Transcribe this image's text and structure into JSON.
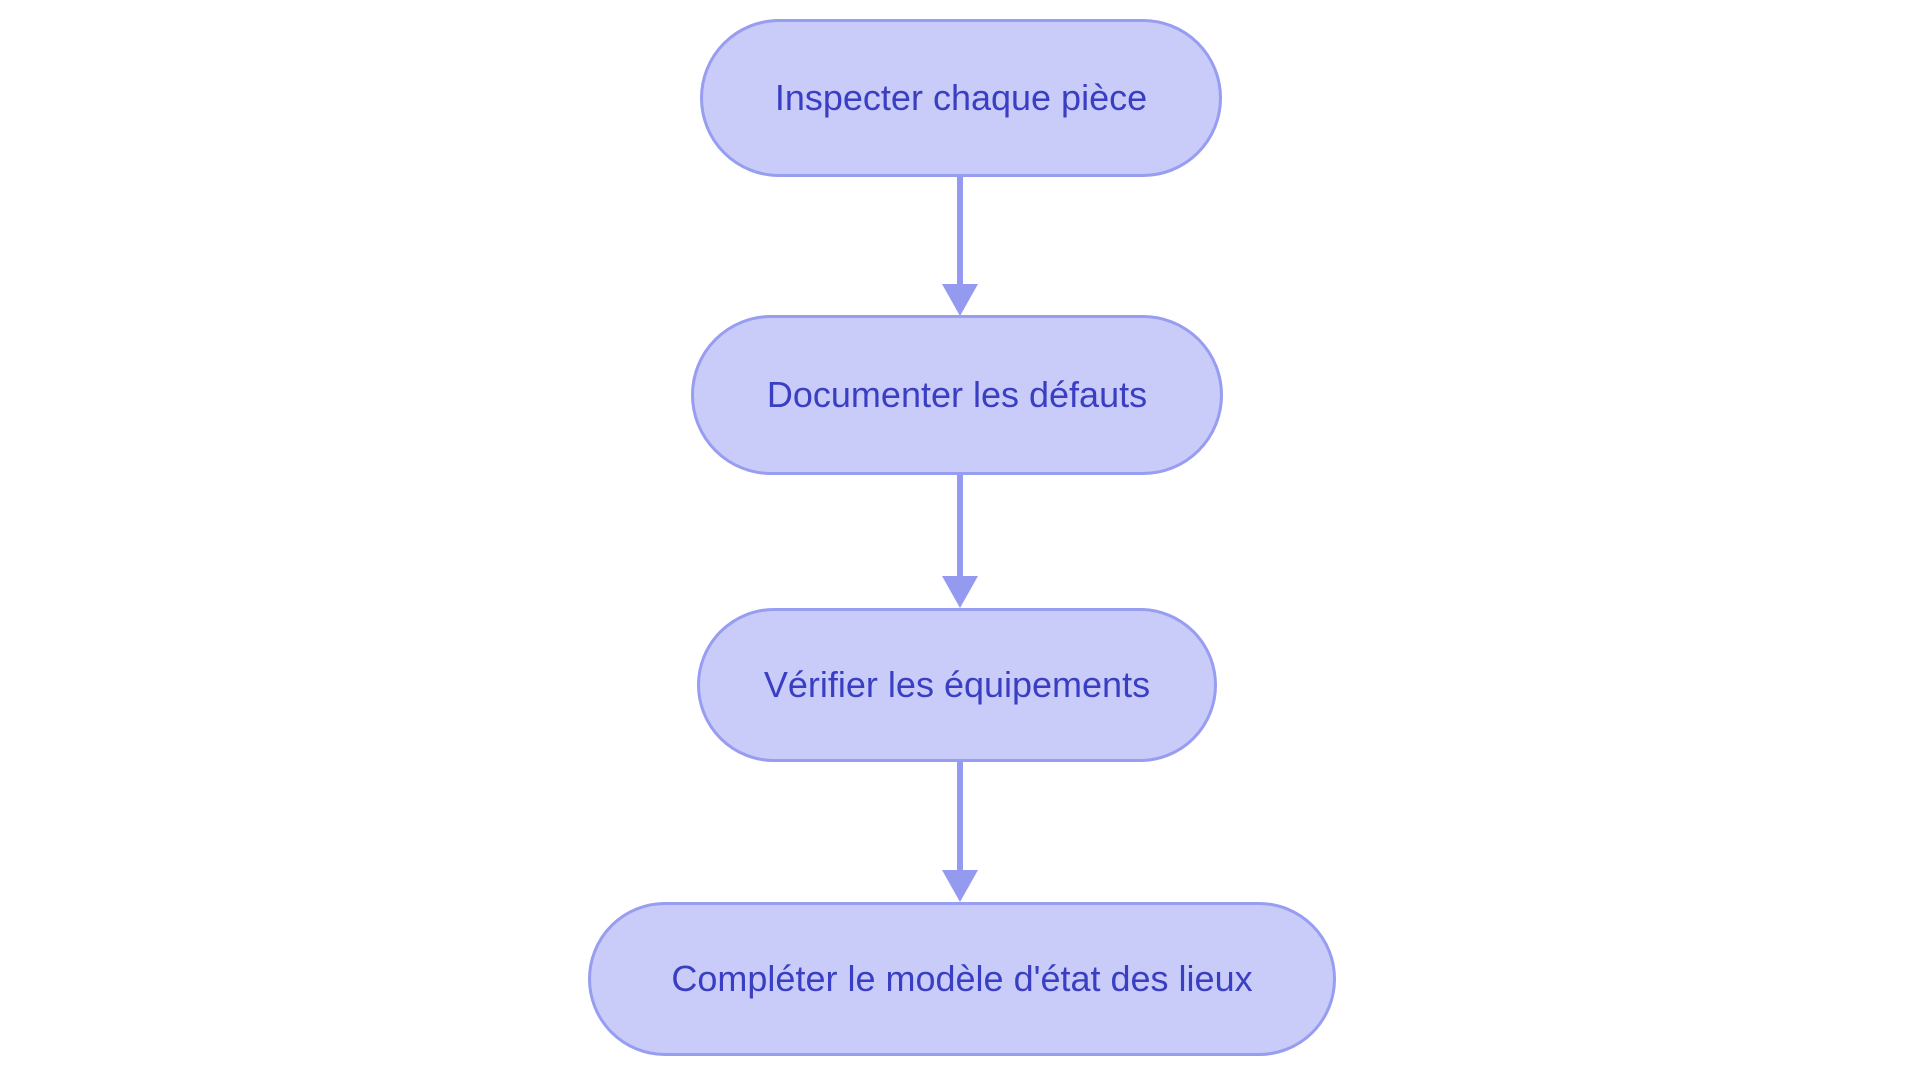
{
  "diagram": {
    "type": "flowchart",
    "direction": "top-down",
    "nodes": [
      {
        "id": "step-1",
        "shape": "stadium",
        "label": "Inspecter chaque pièce"
      },
      {
        "id": "step-2",
        "shape": "stadium",
        "label": "Documenter les défauts"
      },
      {
        "id": "step-3",
        "shape": "stadium",
        "label": "Vérifier les équipements"
      },
      {
        "id": "step-4",
        "shape": "stadium",
        "label": "Compléter le modèle d'état des lieux"
      }
    ],
    "edges": [
      {
        "from": "step-1",
        "to": "step-2",
        "style": "arrow-down"
      },
      {
        "from": "step-2",
        "to": "step-3",
        "style": "arrow-down"
      },
      {
        "from": "step-3",
        "to": "step-4",
        "style": "arrow-down"
      }
    ],
    "colors": {
      "background": "#ffffff",
      "node-fill": "#c9ccf8",
      "node-border": "#979df0",
      "node-text": "#3a3ec2",
      "arrow": "#949af0"
    }
  }
}
